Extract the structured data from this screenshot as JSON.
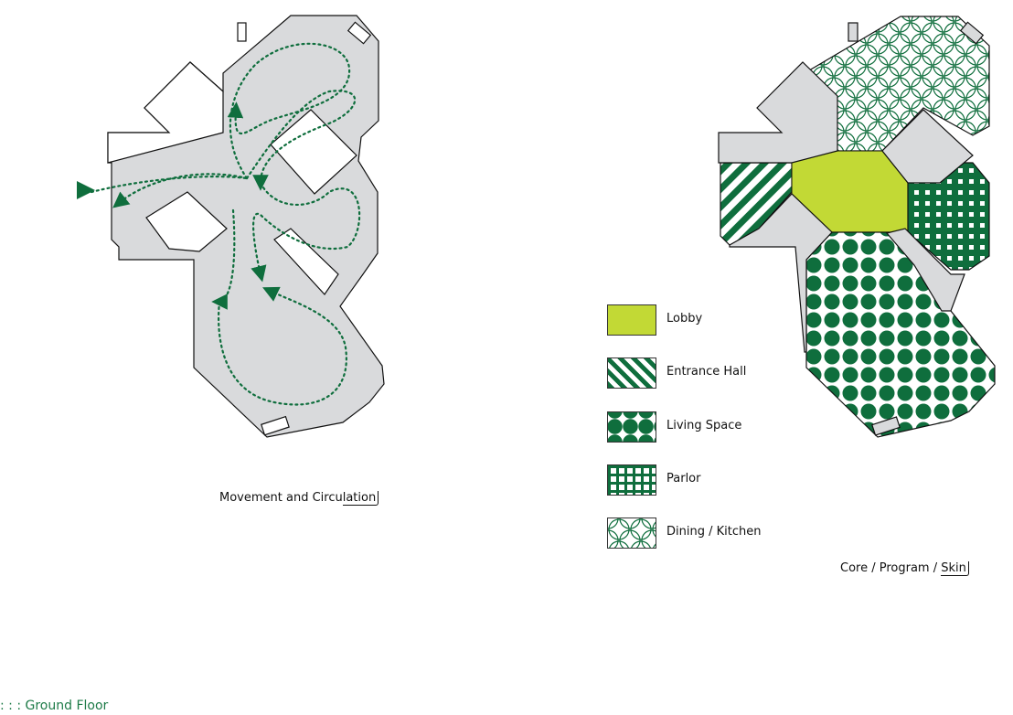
{
  "captions": {
    "movement_head": "Movement and Circu",
    "movement_tail": "lation",
    "core_head": "Core / Program /",
    "core_tail": "Skin"
  },
  "legend": [
    {
      "key": "lobby",
      "label": "Lobby",
      "pattern": "solid"
    },
    {
      "key": "entrance",
      "label": "Entrance Hall",
      "pattern": "stripes"
    },
    {
      "key": "living",
      "label": "Living Space",
      "pattern": "dots"
    },
    {
      "key": "parlor",
      "label": "Parlor",
      "pattern": "grid"
    },
    {
      "key": "dining",
      "label": "Dining / Kitchen",
      "pattern": "circles"
    }
  ],
  "floor_label": ": : : Ground Floor",
  "colors": {
    "green": "#0f6e3d",
    "lime": "#c2d935",
    "floor": "#d9dadc",
    "outline": "#111111"
  }
}
